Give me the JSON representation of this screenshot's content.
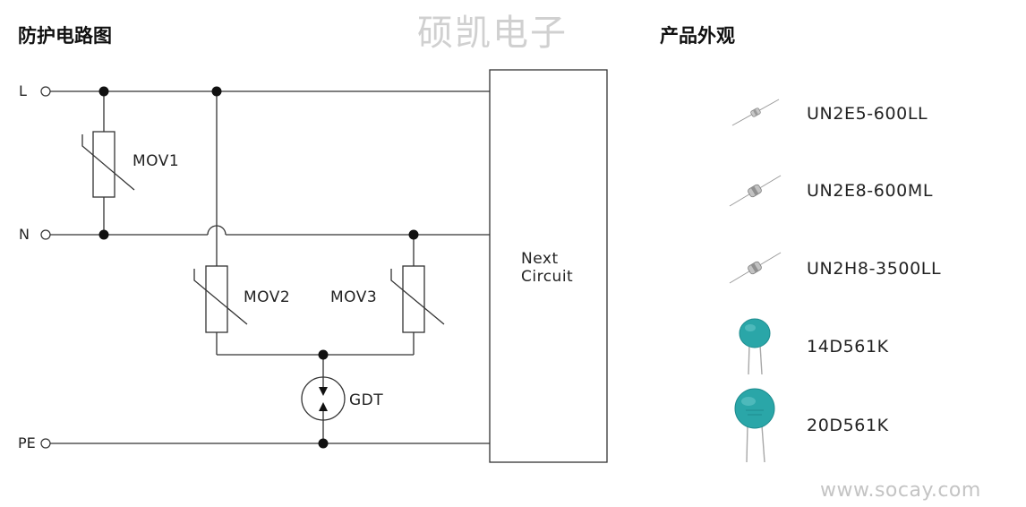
{
  "headings": {
    "circuit": "防护电路图",
    "appearance": "产品外观"
  },
  "brand": "硕凯电子",
  "website": "www.socay.com",
  "terminals": {
    "L": "L",
    "N": "N",
    "PE": "PE"
  },
  "components": {
    "mov1": "MOV1",
    "mov2": "MOV2",
    "mov3": "MOV3",
    "gdt": "GDT"
  },
  "next_circuit": {
    "line1": "Next",
    "line2": "Circuit"
  },
  "products": [
    {
      "name": "UN2E5-600LL"
    },
    {
      "name": "UN2E8-600ML"
    },
    {
      "name": "UN2H8-3500LL"
    },
    {
      "name": "14D561K"
    },
    {
      "name": "20D561K"
    }
  ],
  "colors": {
    "line": "#333333",
    "varistor": "#2aa6a8",
    "varistor_dark": "#1e8c8f",
    "gdt_body": "#b9b9b9"
  }
}
